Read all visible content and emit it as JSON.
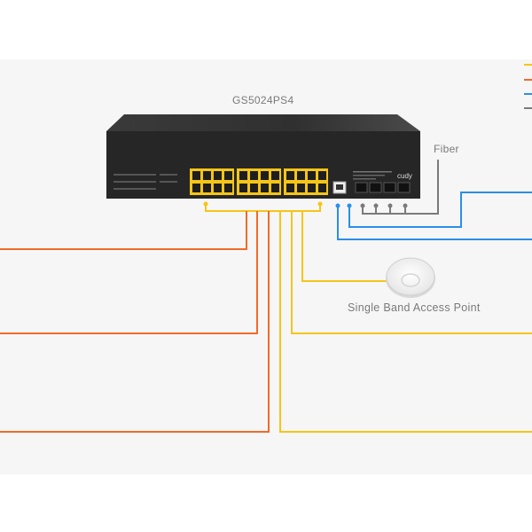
{
  "device": {
    "model": "GS5024PS4",
    "brand": "cudy"
  },
  "labels": {
    "fiber": "Fiber",
    "access_point": "Single Band Access Point"
  },
  "colors": {
    "poe_link": "#f5c518",
    "ethernet_link": "#f26a2a",
    "uplink": "#2b8ee8",
    "fiber_link": "#7a7a7a",
    "switch_body": "#2a2a2a",
    "port_highlight": "#f5c518"
  },
  "legend_colors": [
    "#f5c518",
    "#f26a2a",
    "#2b8ee8",
    "#7a7a7a"
  ]
}
